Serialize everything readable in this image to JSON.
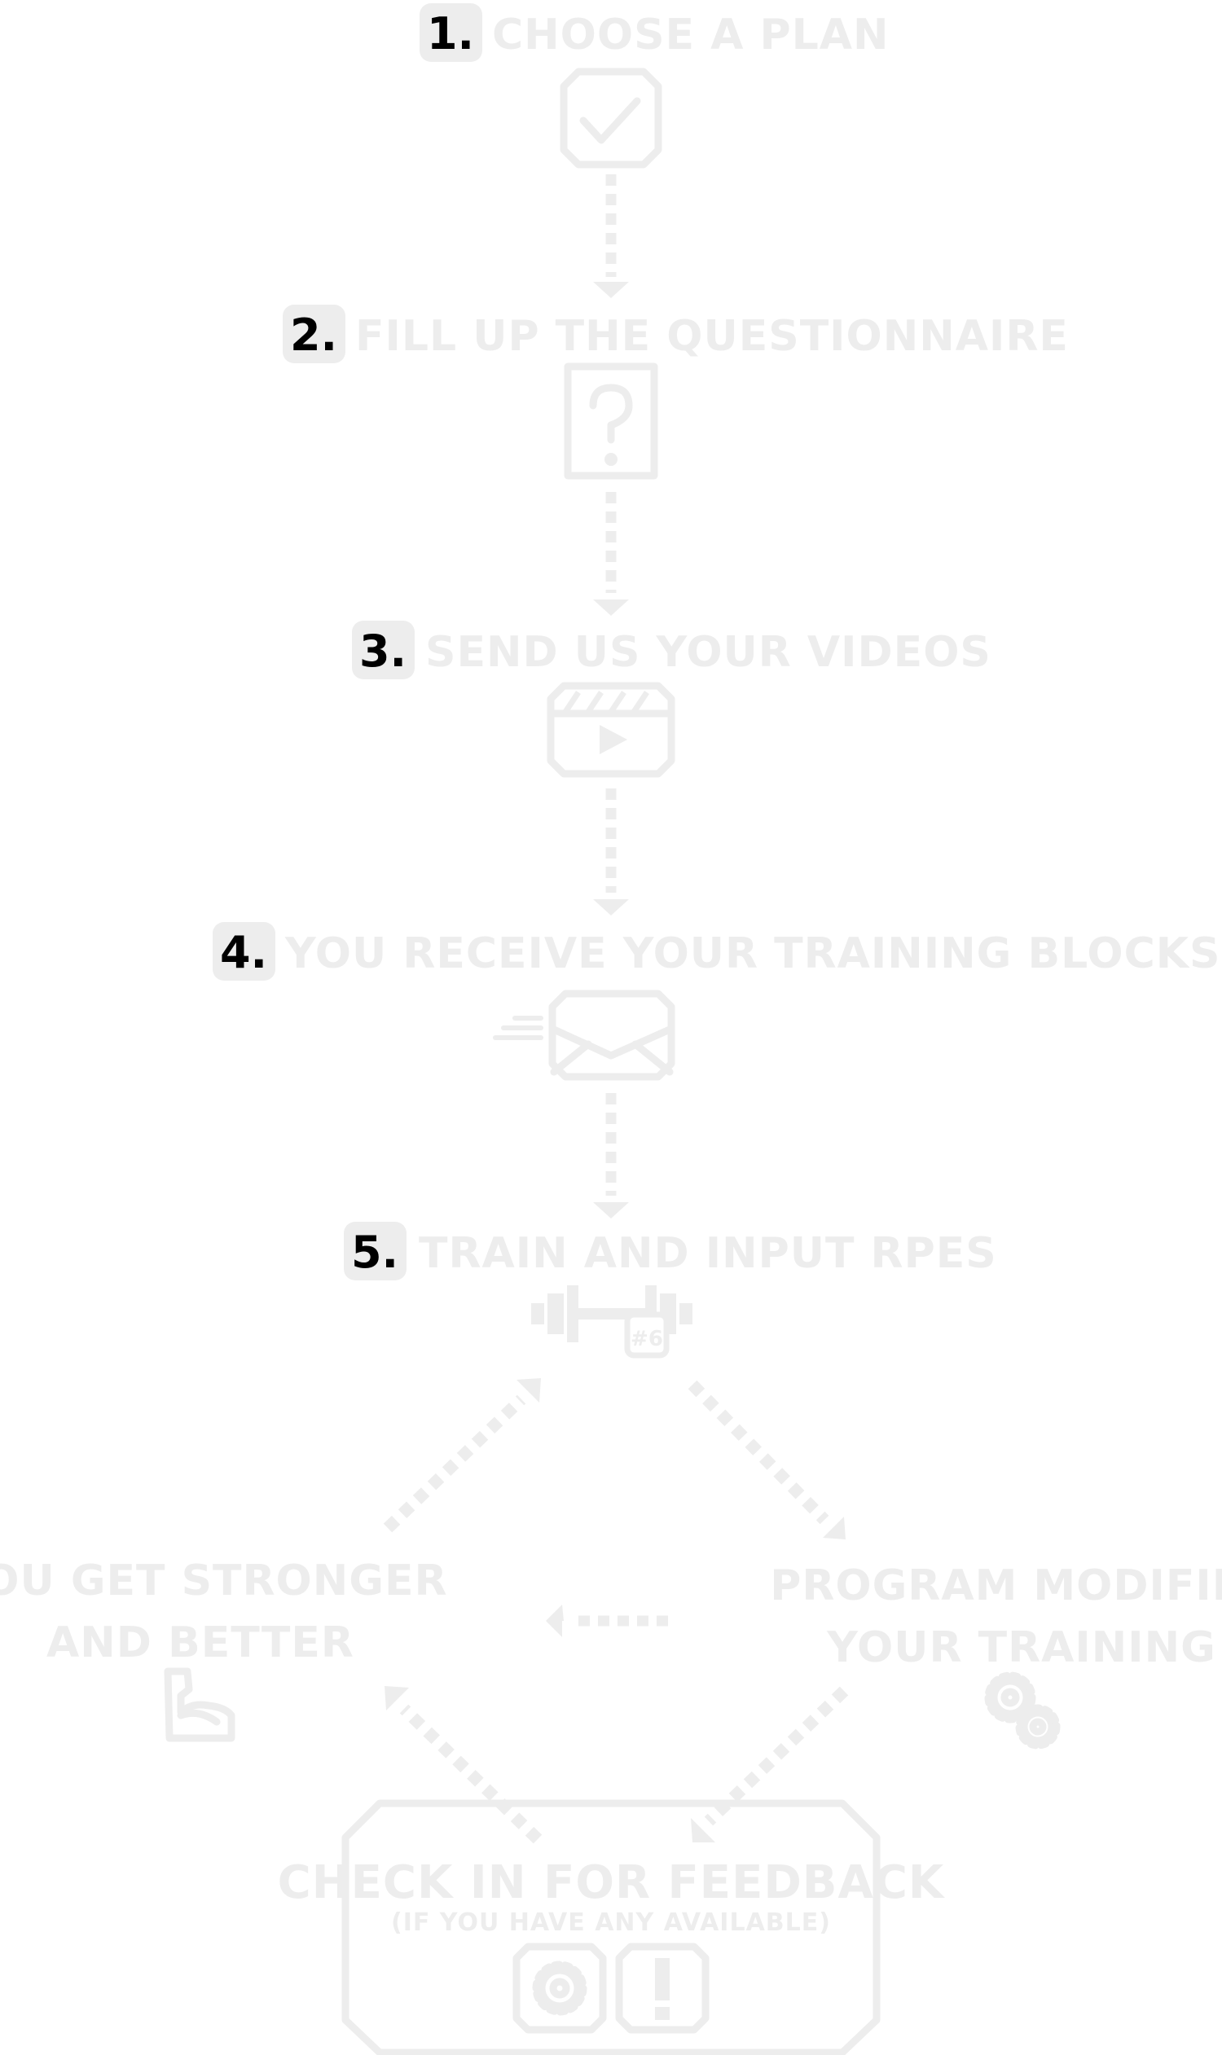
{
  "steps": [
    {
      "number": "1.",
      "label": "CHOOSE A PLAN",
      "icon": "checkbox-icon"
    },
    {
      "number": "2.",
      "label": "FILL UP THE QUESTIONNAIRE",
      "icon": "question-card-icon"
    },
    {
      "number": "3.",
      "label": "SEND US YOUR VIDEOS",
      "icon": "video-clapper-icon"
    },
    {
      "number": "4.",
      "label": "YOU RECEIVE YOUR TRAINING BLOCKS",
      "icon": "envelope-icon"
    },
    {
      "number": "5.",
      "label": "TRAIN AND INPUT RPES",
      "icon": "barbell-icon"
    }
  ],
  "rpe_badge": "#6",
  "cycle": {
    "left_line1": "YOU GET STRONGER",
    "left_line2": "AND BETTER",
    "left_icon": "flexed-arm-icon",
    "right_line1": "PROGRAM MODIFIES",
    "right_line2": "YOUR TRAINING",
    "right_icon": "gears-icon",
    "bottom_title": "CHECK IN FOR FEEDBACK",
    "bottom_subtitle": "(IF YOU HAVE ANY AVAILABLE)",
    "bottom_icons": [
      "gear-icon",
      "exclamation-icon"
    ]
  },
  "colors": {
    "label": "#ededed",
    "number": "#000000",
    "background": "#ffffff"
  }
}
